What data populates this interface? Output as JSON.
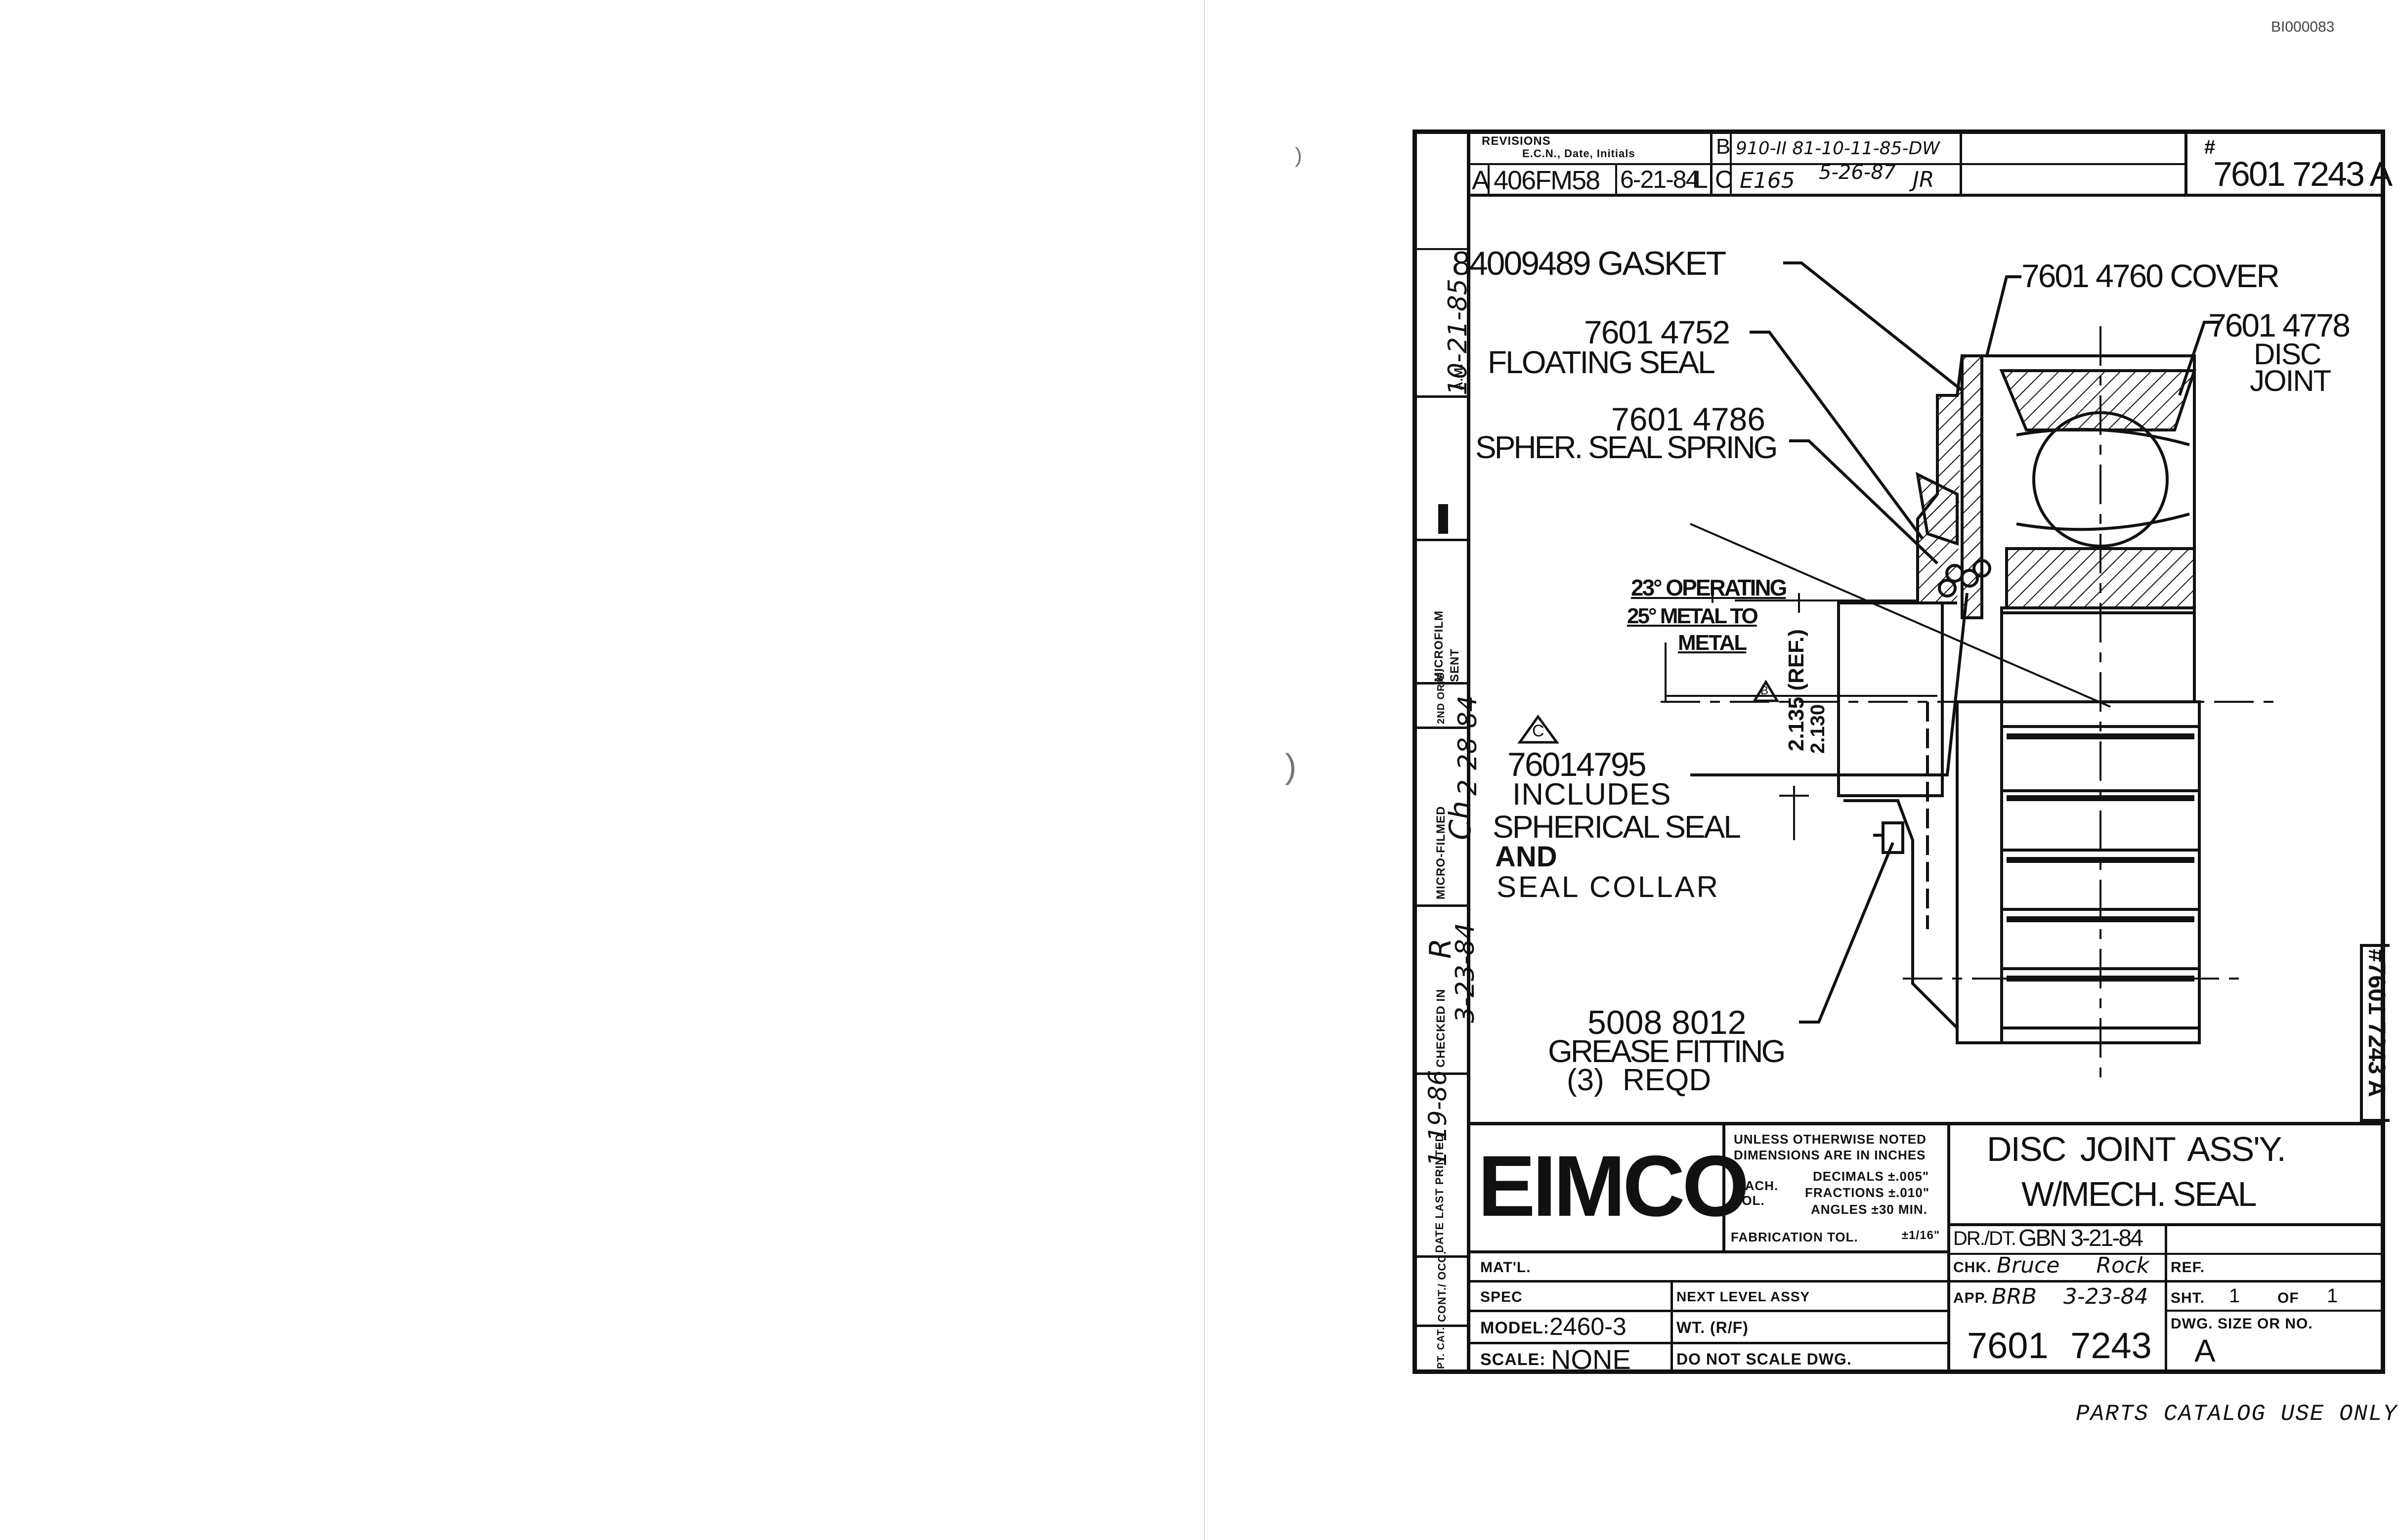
{
  "doc_id": "BI000083",
  "revisions": {
    "header": "REVISIONS",
    "subheader": "E.C.N., Date, Initials",
    "A": {
      "letter": "A",
      "ecn": "406FM58",
      "date": "6-21-84",
      "init": "L"
    },
    "B": {
      "letter": "B",
      "text": "910-II 81-10-11-85-DW"
    },
    "C": {
      "letter": "C",
      "ecn": "E165",
      "date": "5-26-87",
      "init": "JR"
    }
  },
  "drawing_number_box": {
    "hash": "#",
    "number": "7601 7243 A"
  },
  "side_number": "#7601 7243 A",
  "callouts": {
    "gasket": "84009489 GASKET",
    "cover": "7601 4760 COVER",
    "floating_num": "7601 4752",
    "floating_name": "FLOATING SEAL",
    "disc_num": "7601 4778",
    "disc_name1": "DISC",
    "disc_name2": "JOINT",
    "spring_num": "7601 4786",
    "spring_name": "SPHER. SEAL SPRING",
    "op_angle": "23° OPERATING",
    "metal_angle1": "25° METAL TO",
    "metal_angle2": "METAL",
    "dim_ref": "2.135 (REF.)",
    "dim_ref2": "2.130",
    "rev_c": "C",
    "rev_b": "B",
    "spherical_num": "76014795",
    "spherical_l1": "INCLUDES",
    "spherical_l2": "SPHERICAL SEAL",
    "spherical_l3": "AND",
    "spherical_l4": "SEAL COLLAR",
    "grease_num": "5008 8012",
    "grease_name": "GREASE FITTING",
    "grease_qty": "(3) REQD"
  },
  "left_strip": {
    "am": "A.M.",
    "am_date": "10-21-85",
    "microfilm": "MICROFILM",
    "sent": "SENT",
    "orig": "2ND ORIG.",
    "micro_filmed": "MICRO-FILMED",
    "mf_sig": "Ch",
    "mf_date": "2-28-84",
    "checked": "CHECKED IN",
    "ck_sig": "R",
    "ck_date": "3-23-84",
    "date_last": "DATE LAST PRINTED",
    "dl_date": "1-19-86",
    "cont": "CONT./ OCC.",
    "pt": "PT. CAT."
  },
  "title_block": {
    "logo": "EIMCO",
    "tol_header": "UNLESS OTHERWISE NOTED DIMENSIONS ARE IN INCHES",
    "mach": "MACH.",
    "tol": "TOL.",
    "decimals": "DECIMALS ±.005\"",
    "fractions": "FRACTIONS ±.010\"",
    "angles": "ANGLES ±30 MIN.",
    "fab": "FABRICATION TOL.",
    "fab_val": "±1/16\"",
    "title1": "DISC JOINT ASS'Y.",
    "title2": "W/MECH. SEAL",
    "dr_label": "DR./DT.",
    "dr_val": "GBN 3-21-84",
    "ref": "REF.",
    "chk_label": "CHK.",
    "chk_val": "Bruce Rock",
    "app_label": "APP.",
    "app_val": "BRB 3-23-84",
    "sht": "SHT.",
    "sht_num": "1",
    "of": "OF",
    "of_num": "1",
    "matl": "MAT'L.",
    "spec": "SPEC",
    "next_level": "NEXT LEVEL ASSY",
    "model_label": "MODEL:",
    "model_val": "2460-3",
    "wt": "WT. (R/F)",
    "dwg_size": "DWG. SIZE OR NO.",
    "scale_label": "SCALE:",
    "scale_val": "NONE",
    "no_scale": "DO NOT SCALE DWG.",
    "part_no": "7601 7243",
    "size": "A"
  },
  "footer": "PARTS CATALOG USE ONLY"
}
